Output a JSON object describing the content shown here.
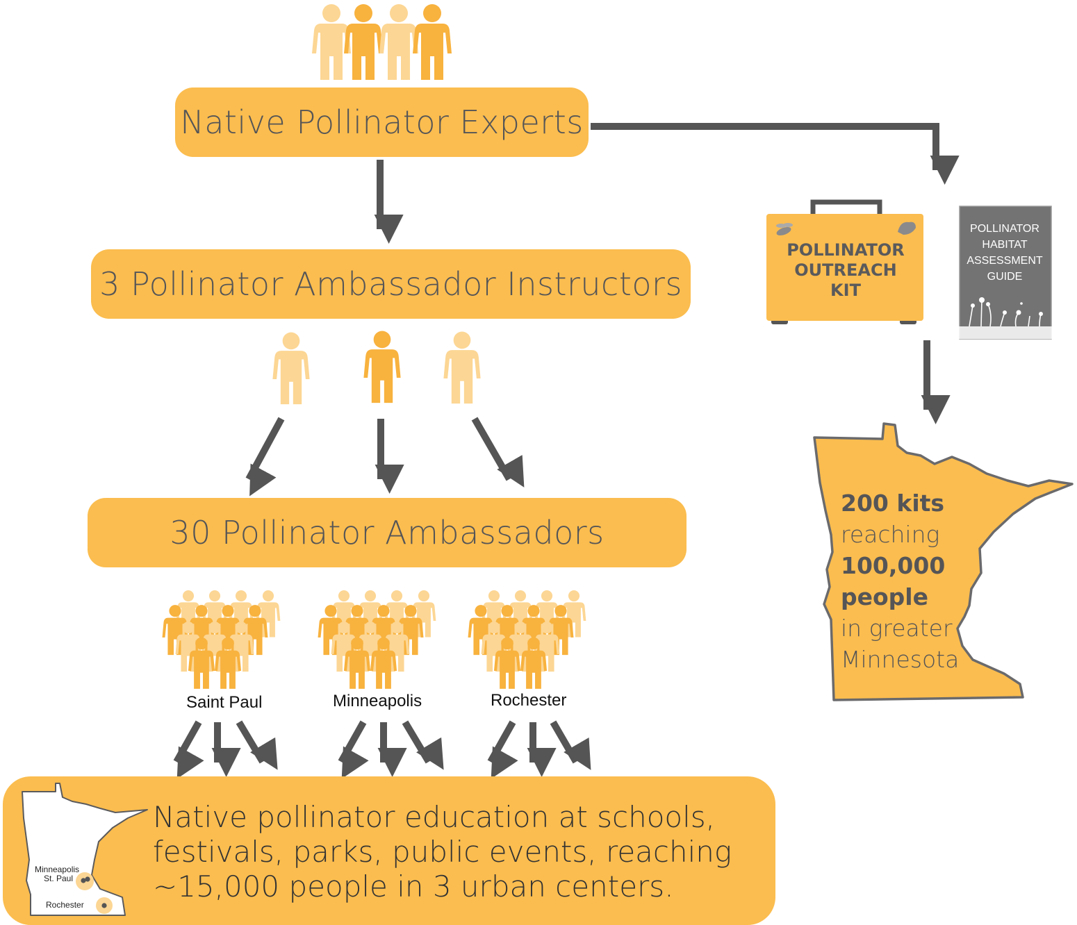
{
  "diagram": {
    "experts": "Native Pollinator Experts",
    "instructors": "3 Pollinator Ambassador Instructors",
    "ambassadors": "30 Pollinator Ambassadors",
    "cities": [
      "Saint Paul",
      "Minneapolis",
      "Rochester"
    ],
    "education": [
      "Native pollinator education at schools,",
      "festivals, parks, public events, reaching",
      "~15,000 people in 3 urban centers."
    ],
    "small_map": {
      "minneapolis": "Minneapolis",
      "st_paul": "St. Paul",
      "rochester": "Rochester"
    },
    "kit": [
      "POLLINATOR",
      "OUTREACH",
      "KIT"
    ],
    "guide": [
      "POLLINATOR",
      "HABITAT",
      "ASSESSMENT",
      "GUIDE"
    ],
    "state_text": {
      "kits": "200 kits",
      "reaching": "reaching",
      "count": "100,000",
      "people": "people",
      "in": "in greater",
      "state": "Minnesota"
    }
  },
  "colors": {
    "box": "#fbbd4f",
    "person_dark": "#f8b23e",
    "person_light": "#fcd694",
    "arrow": "#555555",
    "text": "#555557",
    "guide_bg": "#737373"
  }
}
